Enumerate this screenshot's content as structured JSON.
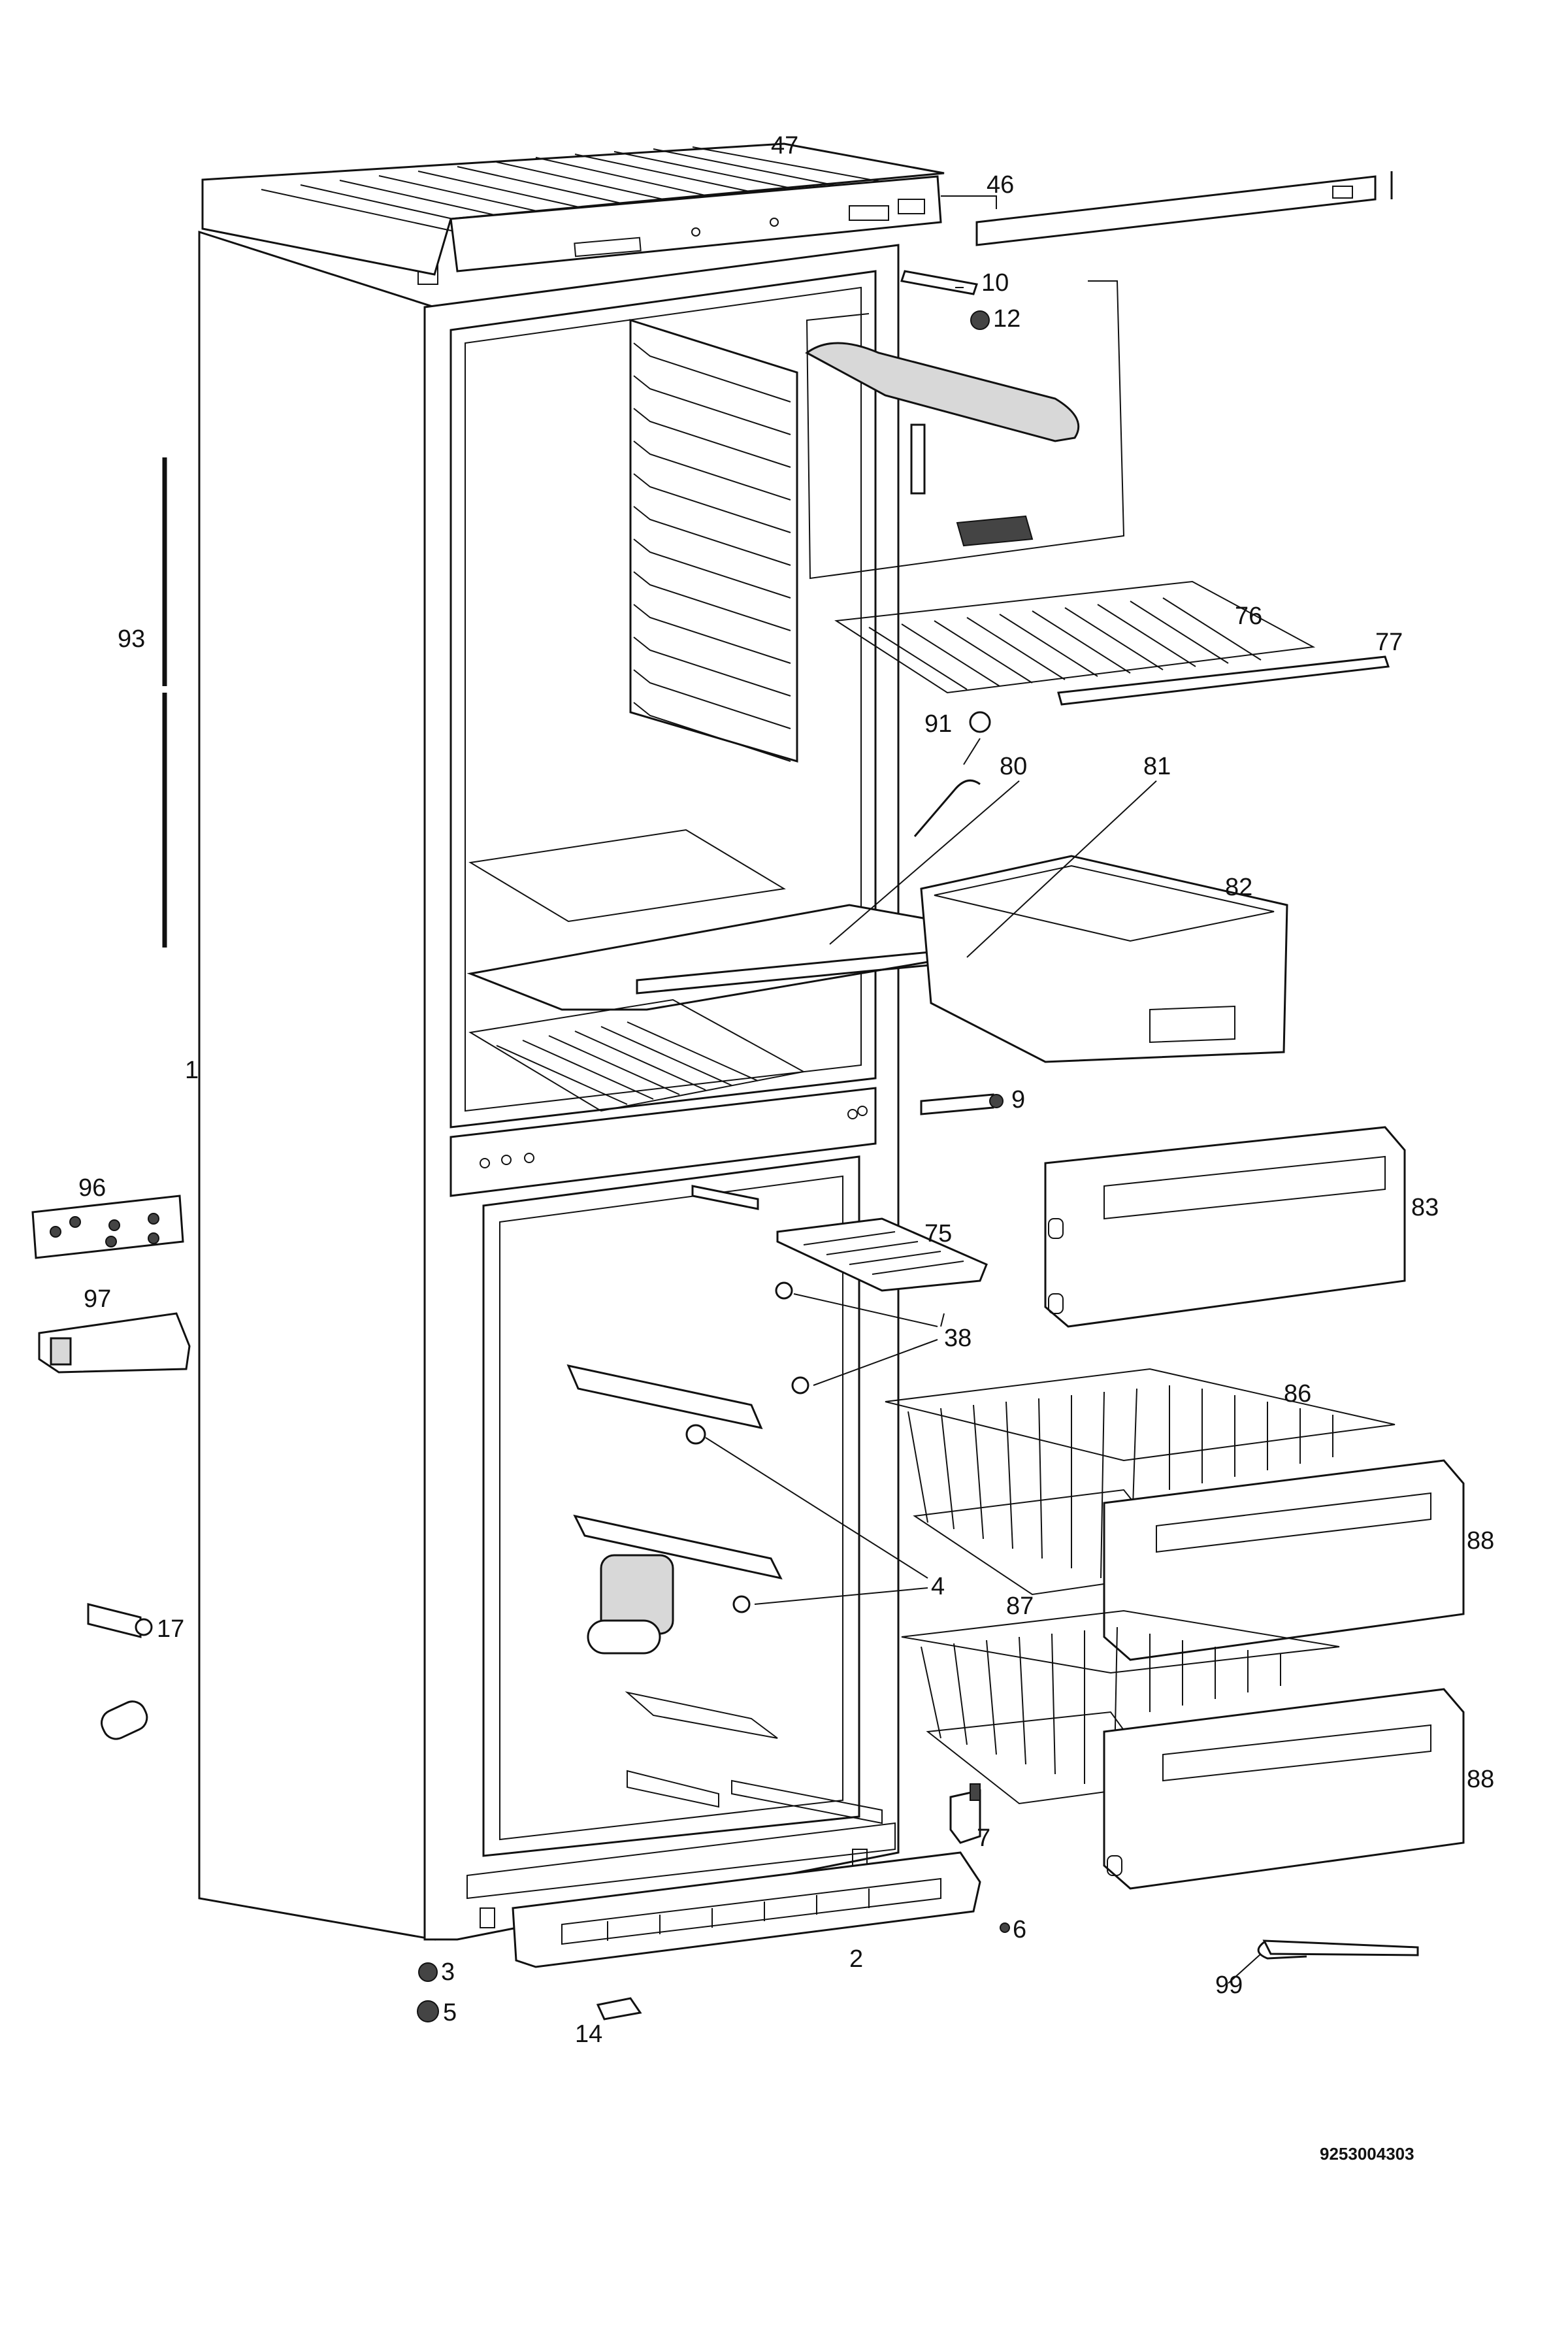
{
  "labels": {
    "p47": "47",
    "p46": "46",
    "p10": "10",
    "p12": "12",
    "p93": "93",
    "p76": "76",
    "p77": "77",
    "p91": "91",
    "p80": "80",
    "p81": "81",
    "p82": "82",
    "p1": "1",
    "p9": "9",
    "p96": "96",
    "p83": "83",
    "p75": "75",
    "p97": "97",
    "p38": "38",
    "p86": "86",
    "p88a": "88",
    "p4": "4",
    "p87": "87",
    "p17": "17",
    "p88b": "88",
    "p7": "7",
    "p6": "6",
    "p2": "2",
    "p3": "3",
    "p5": "5",
    "p14": "14",
    "p99": "99"
  },
  "drawing_code": "9253004303"
}
